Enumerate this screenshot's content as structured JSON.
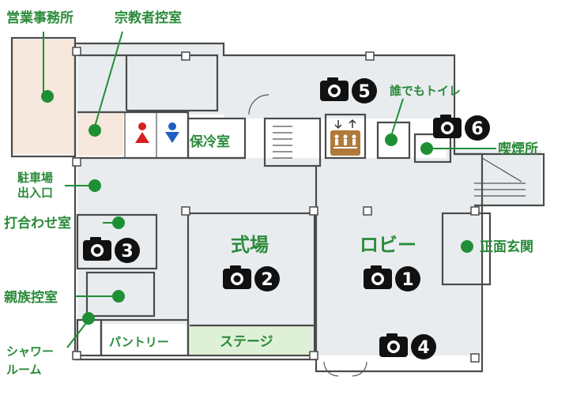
{
  "labels": {
    "eigyo_jimusho": "営業事務所",
    "shukyosha_hikaeshitsu": "宗教者控室",
    "horeishitsu": "保冷室",
    "dare_demo_toilet": "誰でもトイレ",
    "kitsuenjo": "喫煙所",
    "chushajo_deiriguchi_line1": "駐車場",
    "chushajo_deiriguchi_line2": "出入口",
    "uchiawase_shitsu": "打合わせ室",
    "shikijo": "式場",
    "lobby": "ロビー",
    "shomen_genkan": "正面玄関",
    "shinzoku_hikaeshitsu": "親族控室",
    "shower_room_line1": "シャワー",
    "shower_room_line2": "ルーム",
    "pantry": "パントリー",
    "stage": "ステージ"
  },
  "camera_points": [
    {
      "number": "1"
    },
    {
      "number": "2"
    },
    {
      "number": "3"
    },
    {
      "number": "4"
    },
    {
      "number": "5"
    },
    {
      "number": "6"
    }
  ],
  "colors": {
    "label_green": "#2a8a3a",
    "dot_green": "#1f8f35",
    "wall": "#4a4a4a",
    "room_gray": "#e9ecef",
    "room_beige": "#f6e8dc",
    "room_green": "#dff0d8",
    "elevator_brown": "#b07a3a",
    "toilet_male": "#1f5fbf",
    "toilet_female": "#d62020"
  },
  "icons": {
    "camera": "camera-icon",
    "elevator": "elevator-icon",
    "toilet_male": "toilet-male-icon",
    "toilet_female": "toilet-female-icon",
    "location_dot": "location-dot-icon"
  }
}
